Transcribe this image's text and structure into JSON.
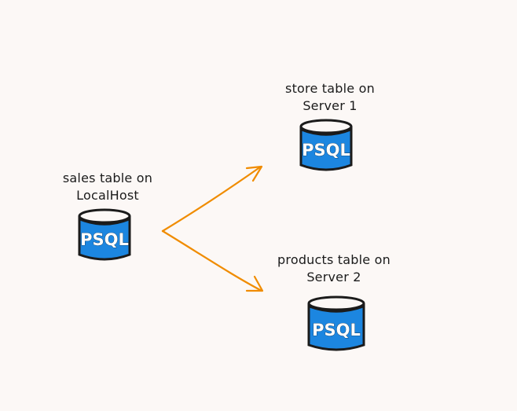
{
  "nodes": {
    "source": {
      "label_line1": "sales table on",
      "label_line2": "LocalHost",
      "db_label": "PSQL"
    },
    "target1": {
      "label_line1": "store table on",
      "label_line2": "Server 1",
      "db_label": "PSQL"
    },
    "target2": {
      "label_line1": "products table on",
      "label_line2": "Server 2",
      "db_label": "PSQL"
    }
  },
  "colors": {
    "background": "#fcf8f6",
    "db_fill": "#1c86e0",
    "db_stroke": "#1b1b1b",
    "arrow": "#f08c00",
    "text": "#1b1b1b"
  },
  "icons": [
    "database-cylinder-icon",
    "arrow-icon"
  ]
}
